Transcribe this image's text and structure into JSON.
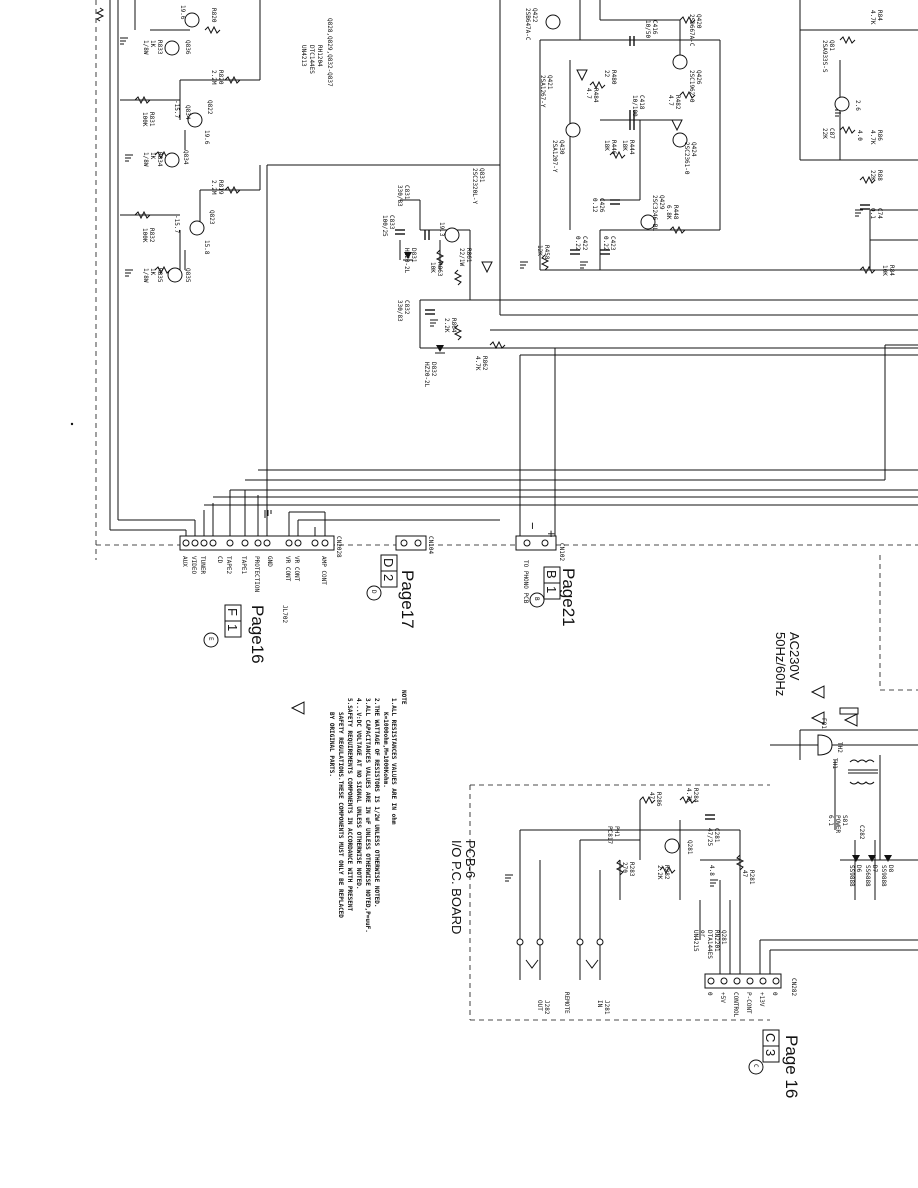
{
  "connectors": {
    "cn102_ref": "CN102",
    "cn104_ref": "CN104",
    "cn2028_ref": "CN2028",
    "cn282_ref": "CN282",
    "plus": "+",
    "minus": "−",
    "cn102_desc": "TO PHONO PCB",
    "cn2028_pins": [
      "AUX",
      "VIDEO",
      "TUNER",
      "CD",
      "TAPE2",
      "TAPE1",
      "PROTECTION",
      "GND",
      "VR CONT",
      "VR CONT",
      "AMP CONT"
    ],
    "cn282_pins": [
      "0",
      "+5V",
      "CONTROL",
      "P-CONT",
      "+13V",
      "0"
    ],
    "jl702": "JL702"
  },
  "page_refs": [
    {
      "page": "Page21",
      "num": "1",
      "letter": "B",
      "circle": "B"
    },
    {
      "page": "Page17",
      "num": "2",
      "letter": "D",
      "circle": "D"
    },
    {
      "page": "Page16",
      "num": "1",
      "letter": "F",
      "circle": "E"
    },
    {
      "page": "Page 16",
      "num": "3",
      "letter": "C",
      "circle": "C"
    }
  ],
  "ac_input": {
    "voltage": "AC230V",
    "freq": "50Hz/60Hz",
    "fuse": "F81"
  },
  "board": {
    "name": "PCB-6",
    "desc": "I/O P.C. BOARD"
  },
  "remote": {
    "label": "REMOTE",
    "j281": "J281",
    "j281_sub": "IN",
    "j282": "J282",
    "j282_sub": "OUT"
  },
  "ic_list": [
    "Q828,Q829,Q832-Q837",
    "RH1204",
    "DTC144ES",
    "UN4213"
  ],
  "q281_list": [
    "Q281",
    "RN2201",
    "DTA144ES",
    "or",
    "UN4215"
  ],
  "components": {
    "r620": "R820",
    "r620v": "2.2M",
    "r619": "R819",
    "r619v": "2.2M",
    "q822": "Q822",
    "q823": "Q823",
    "q834": "Q834",
    "q835": "Q835",
    "q836": "Q836",
    "v196": "19.6",
    "v157": "-15.7",
    "v158": "15.8",
    "r831": "R831",
    "r831v": "100K",
    "r832": "R832",
    "r832v": "100K",
    "r833": "R833",
    "r833v": "1K",
    "r833t": "1/8W",
    "r834": "R834",
    "r834v": "1K",
    "r834t": "1/8W",
    "r835": "R835",
    "r835v": "1K",
    "r835t": "1/8W",
    "q831": "Q831",
    "q831t": "2SC2320L-Y",
    "c831": "C831",
    "c831v": "330/83",
    "c833": "C833",
    "c833v": "100/25",
    "d831": "D831",
    "d831v": "HZ20-2L",
    "r861": "R861",
    "r861v": "22/1W",
    "r863": "R863",
    "r863v": "10K",
    "c832": "C832",
    "c832v": "330/83",
    "r864": "R864",
    "r864v": "2.2K",
    "d832": "D832",
    "d832v": "HZ20-2L",
    "r862": "R862",
    "r862v": "4.7K",
    "q420": "Q420",
    "q420t": "2SD667A-C",
    "q422": "Q422",
    "q422t": "2SB647A-C",
    "q426": "Q426",
    "q426t": "2SC1962-0",
    "q429": "Q429",
    "q429t": "2SC3246-BL",
    "q430": "Q430",
    "q430t": "2SA1207-Y",
    "q424": "Q424",
    "q424t": "2SC2361-0",
    "q421": "Q421",
    "q421t": "2SA1267-Y",
    "c416": "C416",
    "c416v": "10/50",
    "c418": "C418",
    "c418v": "10/100",
    "r484": "R484",
    "r484v": "4.7",
    "r482": "R482",
    "r482v": "4.7",
    "r480": "R480",
    "r480v": "22",
    "r458": "R458",
    "r458v": "12K",
    "c422": "C422",
    "c422v": "0.22",
    "c423": "C423",
    "c423v": "0.22",
    "r448": "R448",
    "r448v": "6.8K",
    "r444": "R444",
    "r444v": "18K",
    "r448b": "R446",
    "r448bv": "18K",
    "c426": "C426",
    "c426v": "0.12",
    "r84": "R84",
    "r84v": "4.7K",
    "r86": "R86",
    "r86v": "4.7K",
    "q81": "Q81",
    "q81t": "2SA933S-S",
    "c87": "C87",
    "c87v": "22K",
    "c74": "C74",
    "c74v": "0.1",
    "r88": "R88",
    "r88v": "22K",
    "r89": "R84",
    "r89v": "10K",
    "v26": "2.6",
    "v40": "4.0",
    "r286": "R286",
    "r286v": "47",
    "r284": "R284",
    "r284v": "4.7K",
    "c281": "C281",
    "c281v": "47/25",
    "r281": "R281",
    "r281v": "47",
    "r282": "R282",
    "r282v": "2.2K",
    "r283": "R283",
    "r283v": "270",
    "ph1": "PH1",
    "ph1t": "PC817",
    "q281": "Q281",
    "v48": "4.8",
    "power": "POWER",
    "power_v": "6.1",
    "d6": "D6",
    "d6t": "SS9888",
    "d7": "D7",
    "d7t": "SS6888",
    "d8": "D8",
    "d8t": "SS9888",
    "c282": "C282",
    "th1": "TH1",
    "th2": "TH2",
    "sw": "S81"
  },
  "notes": {
    "title": "NOTE",
    "lines": [
      "1.ALL RESISTANCES VALUES ARE IN ohm",
      "K=1000ohm,M=1000Kohm.",
      "2.THE WATTAGE OF RESISTORS IS 1/2W UNLESS OTHERWISE NOTED.",
      "3.ALL CAPACITANCES VALUES ARE IN uF UNLESS OTHERWISE NOTED,P=uuF.",
      "4...V:DC VOLTAGE AT NO SIGNAL UNLESS OTHERWISE NOTED.",
      "5.SAFETY REQUIREMENTS COMPONENTS IN ACCORDANCE WITH PRESENT",
      "SAFETY REGULATIONS.THESE COMPONENTS MUST ONLY BE REPLACED",
      "BY ORIGINAL PARTS."
    ]
  }
}
